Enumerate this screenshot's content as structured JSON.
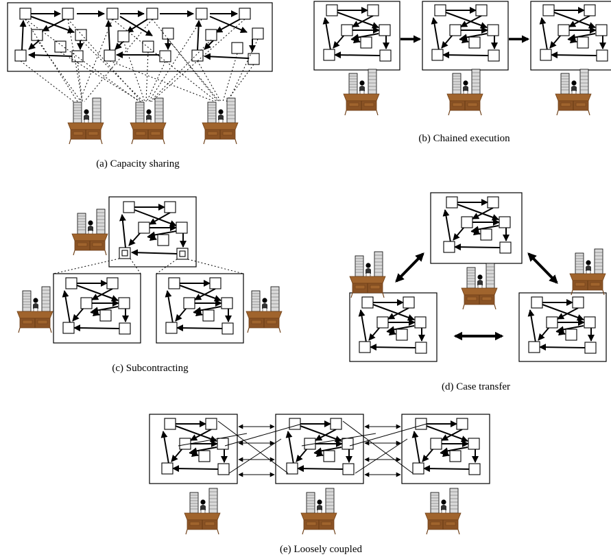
{
  "captions": {
    "a": "(a) Capacity sharing",
    "b": "(b) Chained execution",
    "c": "(c) Subcontracting",
    "d": "(d) Case transfer",
    "e": "(e) Loosely coupled"
  },
  "colors": {
    "line": "#000000",
    "desk_wood": "#a0642d",
    "desk_wood_dark": "#6e3f17",
    "paper": "#d9d9d9"
  },
  "icons": {
    "node": "task-box",
    "desk": "office-desk-with-paper-stacks-icon"
  }
}
